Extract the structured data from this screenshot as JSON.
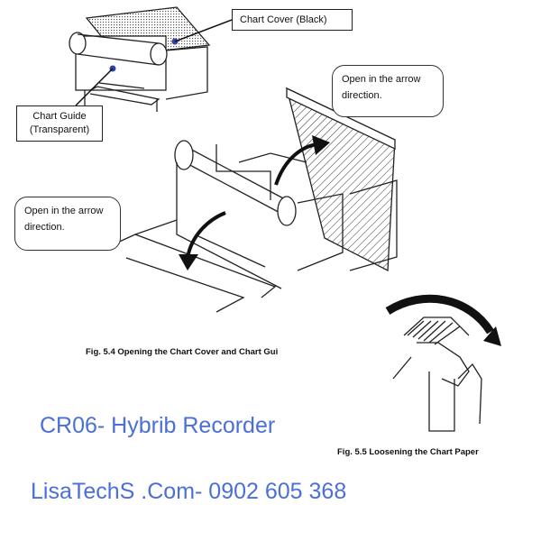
{
  "labels": {
    "chart_cover": "Chart Cover (Black)",
    "chart_guide_line1": "Chart Guide",
    "chart_guide_line2": "(Transparent)",
    "open_arrow_right_line1": "Open in the arrow",
    "open_arrow_right_line2": "direction.",
    "open_arrow_left_line1": "Open in the arrow",
    "open_arrow_left_line2": "direction."
  },
  "captions": {
    "fig54": "Fig. 5.4  Opening the Chart Cover and Chart Gui",
    "fig55": "Fig. 5.5   Loosening the Chart Paper"
  },
  "overlay": {
    "title": "CR06-  Hybrib Recorder",
    "contact": "LisaTechS .Com- 0902 605 368",
    "accent_color": "#4a6fd8"
  }
}
